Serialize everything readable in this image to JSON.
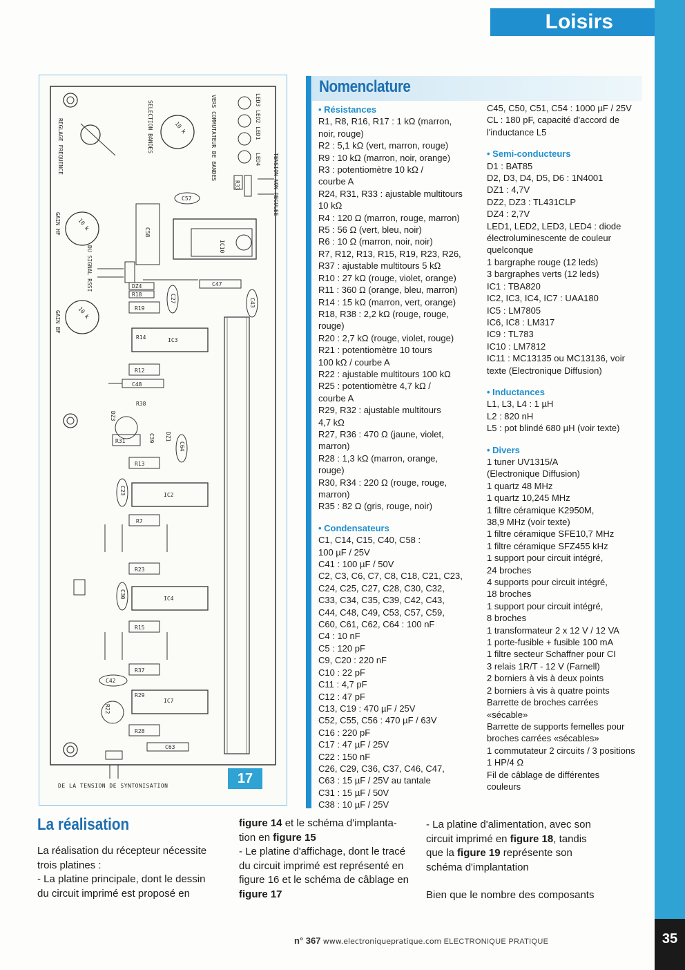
{
  "header": {
    "section": "Loisirs"
  },
  "figure": {
    "number": "17",
    "caption": "DE LA TENSION DE SYNTONISATION",
    "labels": {
      "top_header": "LED3 LED2 LED1",
      "led4": "LED4",
      "vers": "VERS COMMUTATEUR DE BANDES",
      "selection": "SELECTION BANDES",
      "reglage": "REGLAGE FREQUENCE",
      "tension": "TENSION NON REGULEE",
      "gain_hf": "GAIN HF",
      "gain_bf": "GAIN BF",
      "signal": "DU SIGNAL RSSI",
      "pot": "10 k",
      "c57": "C57",
      "c58": "C58",
      "ic10": "IC10",
      "c47": "C47",
      "c43": "C43",
      "dz4": "DZ4",
      "r18": "R18",
      "r19": "R19",
      "c27": "C27",
      "r14": "R14",
      "ic3": "IC3",
      "r12": "R12",
      "c48": "C48",
      "dz3": "DZ3",
      "r38": "R38",
      "c39": "C39",
      "r31": "R31",
      "dz1": "DZ1",
      "c64": "C64",
      "r13": "R13",
      "c23": "C23",
      "ic2": "IC2",
      "r7": "R7",
      "r23": "R23",
      "c30": "C30",
      "ic4": "IC4",
      "r15": "R15",
      "r37": "R37",
      "c42": "C42",
      "r29": "R29",
      "r22": "R22",
      "ic7": "IC7",
      "r28": "R28",
      "c63": "C63",
      "r33": "R33"
    }
  },
  "nomenclature": {
    "title": "Nomenclature",
    "col_a": [
      {
        "t": "• Résistances",
        "s": 1
      },
      {
        "t": "R1, R8, R16, R17 : 1 kΩ (marron,"
      },
      {
        "t": "noir, rouge)"
      },
      {
        "t": "R2 : 5,1 kΩ (vert, marron, rouge)"
      },
      {
        "t": "R9 : 10 kΩ (marron, noir, orange)"
      },
      {
        "t": "R3 : potentiomètre 10 kΩ /"
      },
      {
        "t": "courbe A"
      },
      {
        "t": "R24, R31, R33 : ajustable multitours"
      },
      {
        "t": "10 kΩ"
      },
      {
        "t": "R4 : 120 Ω (marron, rouge, marron)"
      },
      {
        "t": "R5 : 56 Ω (vert, bleu, noir)"
      },
      {
        "t": "R6 : 10 Ω (marron, noir, noir)"
      },
      {
        "t": "R7, R12, R13, R15, R19, R23, R26,"
      },
      {
        "t": "R37 : ajustable multitours 5 kΩ"
      },
      {
        "t": "R10 : 27 kΩ (rouge, violet, orange)"
      },
      {
        "t": "R11 : 360 Ω (orange, bleu, marron)"
      },
      {
        "t": "R14 : 15 kΩ (marron, vert, orange)"
      },
      {
        "t": "R18, R38 : 2,2 kΩ (rouge, rouge,"
      },
      {
        "t": "rouge)"
      },
      {
        "t": "R20 : 2,7 kΩ (rouge, violet, rouge)"
      },
      {
        "t": "R21 : potentiomètre 10 tours"
      },
      {
        "t": "100 kΩ / courbe A"
      },
      {
        "t": "R22 : ajustable multitours 100 kΩ"
      },
      {
        "t": "R25 : potentiomètre 4,7 kΩ /"
      },
      {
        "t": "courbe A"
      },
      {
        "t": "R29, R32 : ajustable multitours"
      },
      {
        "t": "4,7 kΩ"
      },
      {
        "t": "R27, R36 : 470 Ω (jaune, violet,"
      },
      {
        "t": "marron)"
      },
      {
        "t": "R28 : 1,3 kΩ (marron, orange,"
      },
      {
        "t": "rouge)"
      },
      {
        "t": "R30, R34 : 220 Ω (rouge, rouge,"
      },
      {
        "t": "marron)"
      },
      {
        "t": "R35 : 82 Ω (gris, rouge, noir)"
      },
      {
        "t": "",
        "g": 1
      },
      {
        "t": "• Condensateurs",
        "s": 1
      },
      {
        "t": "C1, C14, C15, C40, C58 :"
      },
      {
        "t": "100 µF / 25V"
      },
      {
        "t": "C41 : 100 µF / 50V"
      },
      {
        "t": "C2, C3, C6, C7, C8, C18, C21, C23,"
      },
      {
        "t": "C24, C25, C27, C28, C30, C32,"
      },
      {
        "t": "C33, C34, C35, C39, C42, C43,"
      },
      {
        "t": "C44, C48, C49, C53, C57, C59,"
      },
      {
        "t": "C60, C61, C62, C64 : 100 nF"
      },
      {
        "t": "C4 : 10 nF"
      },
      {
        "t": "C5 : 120 pF"
      },
      {
        "t": "C9, C20 : 220 nF"
      },
      {
        "t": "C10 : 22 pF"
      },
      {
        "t": "C11 : 4,7 pF"
      },
      {
        "t": "C12 : 47 pF"
      },
      {
        "t": "C13, C19 : 470 µF / 25V"
      },
      {
        "t": "C52, C55, C56 : 470 µF / 63V"
      },
      {
        "t": "C16 : 220 pF"
      },
      {
        "t": "C17 : 47 µF / 25V"
      },
      {
        "t": "C22 : 150 nF"
      },
      {
        "t": "C26, C29, C36, C37, C46, C47,"
      },
      {
        "t": "C63 : 15 µF / 25V au tantale"
      },
      {
        "t": "C31 : 15 µF / 50V"
      },
      {
        "t": "C38 : 10 µF / 25V"
      }
    ],
    "col_b": [
      {
        "t": "C45, C50, C51, C54 : 1000 µF / 25V"
      },
      {
        "t": "CL : 180 pF, capacité d'accord de"
      },
      {
        "t": "l'inductance L5"
      },
      {
        "t": "",
        "g": 1
      },
      {
        "t": "• Semi-conducteurs",
        "s": 1
      },
      {
        "t": "D1 : BAT85"
      },
      {
        "t": "D2, D3, D4, D5, D6 : 1N4001"
      },
      {
        "t": "DZ1 : 4,7V"
      },
      {
        "t": "DZ2, DZ3 : TL431CLP"
      },
      {
        "t": "DZ4 : 2,7V"
      },
      {
        "t": "LED1, LED2, LED3, LED4 : diode"
      },
      {
        "t": "électroluminescente de couleur"
      },
      {
        "t": "quelconque"
      },
      {
        "t": "1 bargraphe rouge (12 leds)"
      },
      {
        "t": "3 bargraphes verts (12 leds)"
      },
      {
        "t": "IC1 : TBA820"
      },
      {
        "t": "IC2, IC3, IC4, IC7 : UAA180"
      },
      {
        "t": "IC5 : LM7805"
      },
      {
        "t": "IC6, IC8 : LM317"
      },
      {
        "t": "IC9 : TL783"
      },
      {
        "t": "IC10 : LM7812"
      },
      {
        "t": "IC11 : MC13135 ou MC13136, voir"
      },
      {
        "t": "texte (Electronique Diffusion)"
      },
      {
        "t": "",
        "g": 1
      },
      {
        "t": "• Inductances",
        "s": 1
      },
      {
        "t": "L1, L3, L4 : 1 µH"
      },
      {
        "t": "L2 : 820 nH"
      },
      {
        "t": "L5 : pot blindé 680 µH (voir texte)"
      },
      {
        "t": "",
        "g": 1
      },
      {
        "t": "• Divers",
        "s": 1
      },
      {
        "t": "1 tuner UV1315/A"
      },
      {
        "t": "   (Electronique Diffusion)"
      },
      {
        "t": "1 quartz 48 MHz"
      },
      {
        "t": "1 quartz 10,245 MHz"
      },
      {
        "t": "1 filtre céramique K2950M,"
      },
      {
        "t": "   38,9 MHz (voir texte)"
      },
      {
        "t": "1 filtre céramique SFE10,7 MHz"
      },
      {
        "t": "1 filtre céramique SFZ455 kHz"
      },
      {
        "t": "1 support pour circuit intégré,"
      },
      {
        "t": "   24 broches"
      },
      {
        "t": "4 supports pour circuit intégré,"
      },
      {
        "t": "   18 broches"
      },
      {
        "t": "1 support pour circuit intégré,"
      },
      {
        "t": "   8 broches"
      },
      {
        "t": "1 transformateur 2 x 12 V / 12 VA"
      },
      {
        "t": "1 porte-fusible + fusible 100 mA"
      },
      {
        "t": "1 filtre secteur Schaffner pour CI"
      },
      {
        "t": "3 relais 1R/T - 12 V (Farnell)"
      },
      {
        "t": "2 borniers à vis à deux points"
      },
      {
        "t": "2 borniers à vis à quatre points"
      },
      {
        "t": "Barrette de broches carrées"
      },
      {
        "t": "«sécable»"
      },
      {
        "t": "Barrette de supports femelles pour"
      },
      {
        "t": "broches carrées «sécables»"
      },
      {
        "t": "1 commutateur 2 circuits / 3 positions"
      },
      {
        "t": "1 HP/4 Ω"
      },
      {
        "t": "Fil de câblage de différentes"
      },
      {
        "t": "couleurs"
      }
    ]
  },
  "article": {
    "title": "La réalisation",
    "col1": [
      "La réalisation du récepteur nécessite",
      "trois platines :",
      "- La platine principale, dont le dessin",
      "  du circuit imprimé est proposé en"
    ],
    "col2": [
      [
        {
          "t": "figure 14",
          "b": 1
        },
        {
          "t": " et le schéma d'implanta-"
        }
      ],
      [
        {
          "t": "tion en "
        },
        {
          "t": "figure 15",
          "b": 1
        }
      ],
      [
        {
          "t": "- Le platine d'affichage, dont le tracé"
        }
      ],
      [
        {
          "t": "  du circuit imprimé est représenté en"
        }
      ],
      [
        {
          "t": "  figure 16 et le schéma de câblage en"
        }
      ],
      [
        {
          "t": "  "
        },
        {
          "t": "figure 17",
          "b": 1
        }
      ]
    ],
    "col3": [
      [
        {
          "t": "- La platine d'alimentation, avec son"
        }
      ],
      [
        {
          "t": "  circuit imprimé en "
        },
        {
          "t": "figure 18",
          "b": 1
        },
        {
          "t": ", tandis"
        }
      ],
      [
        {
          "t": "  que la "
        },
        {
          "t": "figure 19",
          "b": 1
        },
        {
          "t": " représente son"
        }
      ],
      [
        {
          "t": "  schéma d'implantation"
        }
      ]
    ],
    "col3b": "Bien que le nombre des composants"
  },
  "footer": {
    "issue": "n° 367",
    "url": "www.electroniquepratique.com",
    "magazine": "ELECTRONIQUE PRATIQUE",
    "page": "35"
  }
}
